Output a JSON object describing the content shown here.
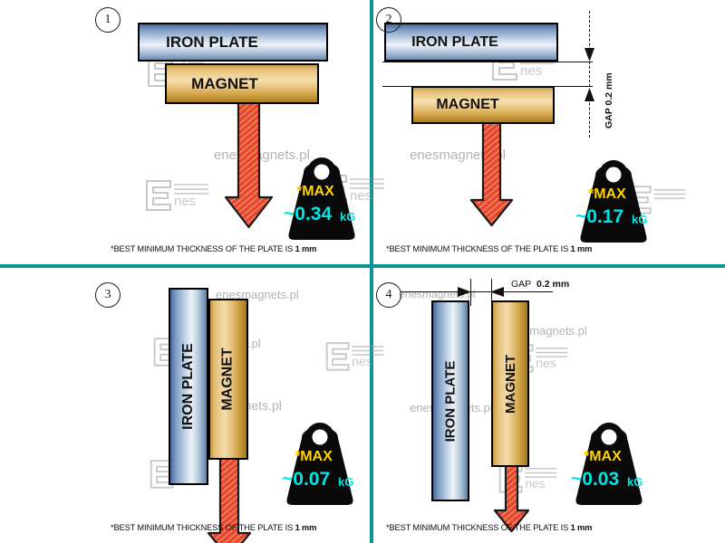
{
  "colors": {
    "divider": "#0d9494",
    "arrow": "#e8492a",
    "badge_body": "#0a0a0a",
    "max_label": "#ffd400",
    "value": "#00e5e5",
    "watermark": "#b3b3b3",
    "plate_blue": "#7f9dc4",
    "magnet_gold": "#e8c47f"
  },
  "watermark": {
    "text": "enesmagnets.pl",
    "logo_name": "enes-logo"
  },
  "labels": {
    "iron_plate": "IRON PLATE",
    "magnet": "MAGNET",
    "max": "*MAX",
    "unit": "kG",
    "gap_word": "GAP",
    "gap_value": "0.2 mm",
    "gap_combined": "GAP  0.2 mm"
  },
  "footnote": {
    "prefix": "*BEST MINIMUM THICKNESS OF THE PLATE IS ",
    "bold": "1 mm"
  },
  "panels": [
    {
      "number": "1",
      "id": "panel-1",
      "orientation": "horizontal",
      "contact": "full",
      "gap": null,
      "iron_plate": "IRON PLATE",
      "magnet": "MAGNET",
      "max_label": "*MAX",
      "value": "~0.34",
      "unit": "kG",
      "footnote_prefix": "*BEST MINIMUM THICKNESS OF THE PLATE IS ",
      "footnote_bold": "1 mm"
    },
    {
      "number": "2",
      "id": "panel-2",
      "orientation": "horizontal",
      "contact": "gap",
      "gap": "0.2 mm",
      "gap_label": "GAP  0.2 mm",
      "iron_plate": "IRON PLATE",
      "magnet": "MAGNET",
      "max_label": "*MAX",
      "value": "~0.17",
      "unit": "kG",
      "footnote_prefix": "*BEST MINIMUM THICKNESS OF THE PLATE IS ",
      "footnote_bold": "1 mm"
    },
    {
      "number": "3",
      "id": "panel-3",
      "orientation": "vertical",
      "contact": "full",
      "gap": null,
      "iron_plate": "IRON PLATE",
      "magnet": "MAGNET",
      "max_label": "*MAX",
      "value": "~0.07",
      "unit": "kG",
      "footnote_prefix": "*BEST MINIMUM THICKNESS OF THE PLATE IS ",
      "footnote_bold": "1 mm"
    },
    {
      "number": "4",
      "id": "panel-4",
      "orientation": "vertical",
      "contact": "gap",
      "gap": "0.2 mm",
      "gap_word": "GAP",
      "gap_value": "0.2 mm",
      "iron_plate": "IRON PLATE",
      "magnet": "MAGNET",
      "max_label": "*MAX",
      "value": "~0.03",
      "unit": "kG",
      "footnote_prefix": "*BEST MINIMUM THICKNESS OF THE PLATE IS ",
      "footnote_bold": "1 mm"
    }
  ]
}
